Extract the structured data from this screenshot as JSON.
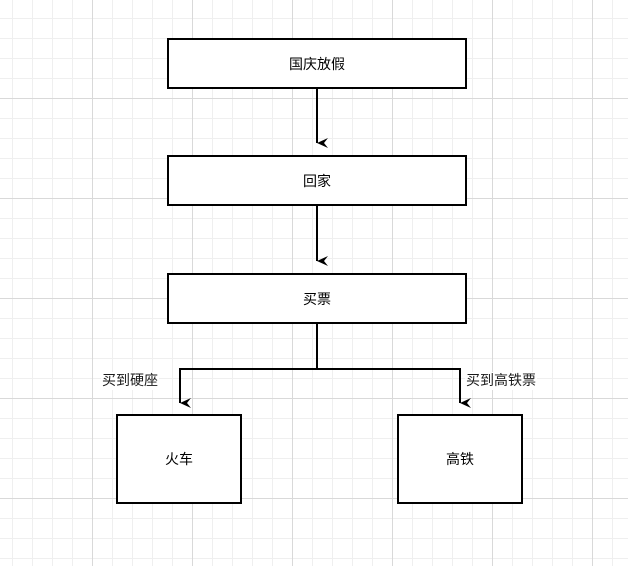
{
  "nodes": {
    "national_holiday": "国庆放假",
    "go_home": "回家",
    "buy_ticket": "买票",
    "train": "火车",
    "high_speed_rail": "高铁"
  },
  "edge_labels": {
    "hard_seat": "买到硬座",
    "hsr_ticket": "买到高铁票"
  },
  "colors": {
    "stroke": "#000000",
    "grid_major": "#d9d9d9",
    "grid_minor": "#efefef",
    "background": "#ffffff"
  }
}
